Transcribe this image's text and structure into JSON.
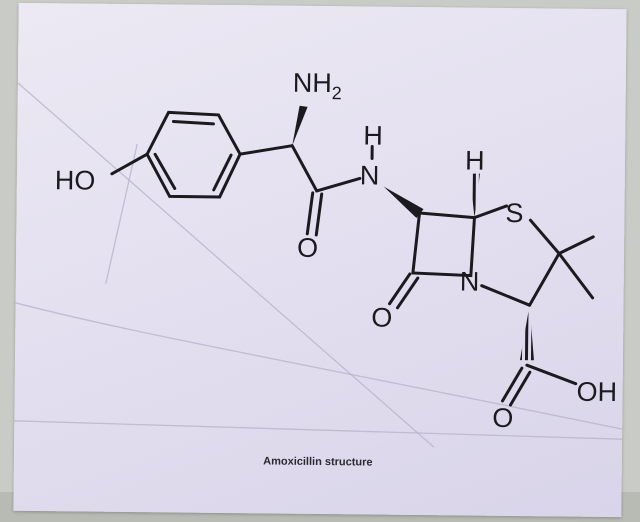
{
  "caption": "Amoxicillin structure",
  "atoms": {
    "nh2_n": "NH",
    "nh2_sub": "2",
    "amide_h": "H",
    "amide_n": "N",
    "hydroxyl": "HO",
    "carbonyl_o1": "O",
    "stereo_h": "H",
    "sulfur": "S",
    "ring_n": "N",
    "lactam_o": "O",
    "acid_o": "O",
    "acid_oh": "OH"
  },
  "colors": {
    "paper": "#e4e0f0",
    "ink": "#1b1b1f",
    "background": "#c9ccc6"
  }
}
